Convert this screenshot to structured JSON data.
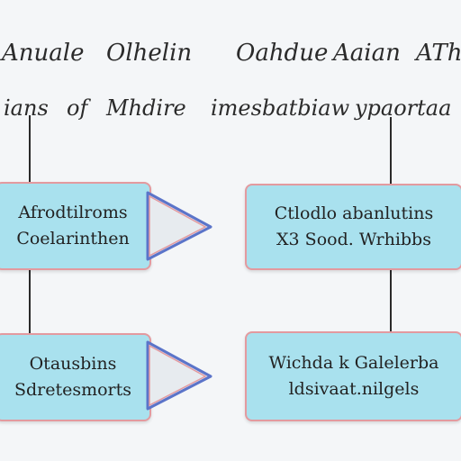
{
  "header": {
    "title": [
      "Anuale",
      "Olhelin",
      "Oahdue",
      "Aaian",
      "ATh"
    ],
    "subtitle": [
      "ians",
      "of",
      "Mhdire",
      "imesbatbiaw",
      "ypaortaa"
    ]
  },
  "boxes": [
    {
      "lines": [
        "Afrodtilroms",
        "Coelarinthen"
      ]
    },
    {
      "lines": [
        "Ctlodlo abanlutins",
        "X3 Sood. Wrhibbs"
      ]
    },
    {
      "lines": [
        "Otausbins",
        "Sdretesmorts"
      ]
    },
    {
      "lines": [
        "Wichda k Galelerba",
        "ldsivaat.nilgels"
      ]
    }
  ],
  "colors": {
    "box_fill": "#a9e1ee",
    "box_border": "#e39a9f",
    "arrow_fill": "#e7ebef",
    "arrow_stroke": "#5b74c9",
    "line": "#2a2a2a"
  }
}
